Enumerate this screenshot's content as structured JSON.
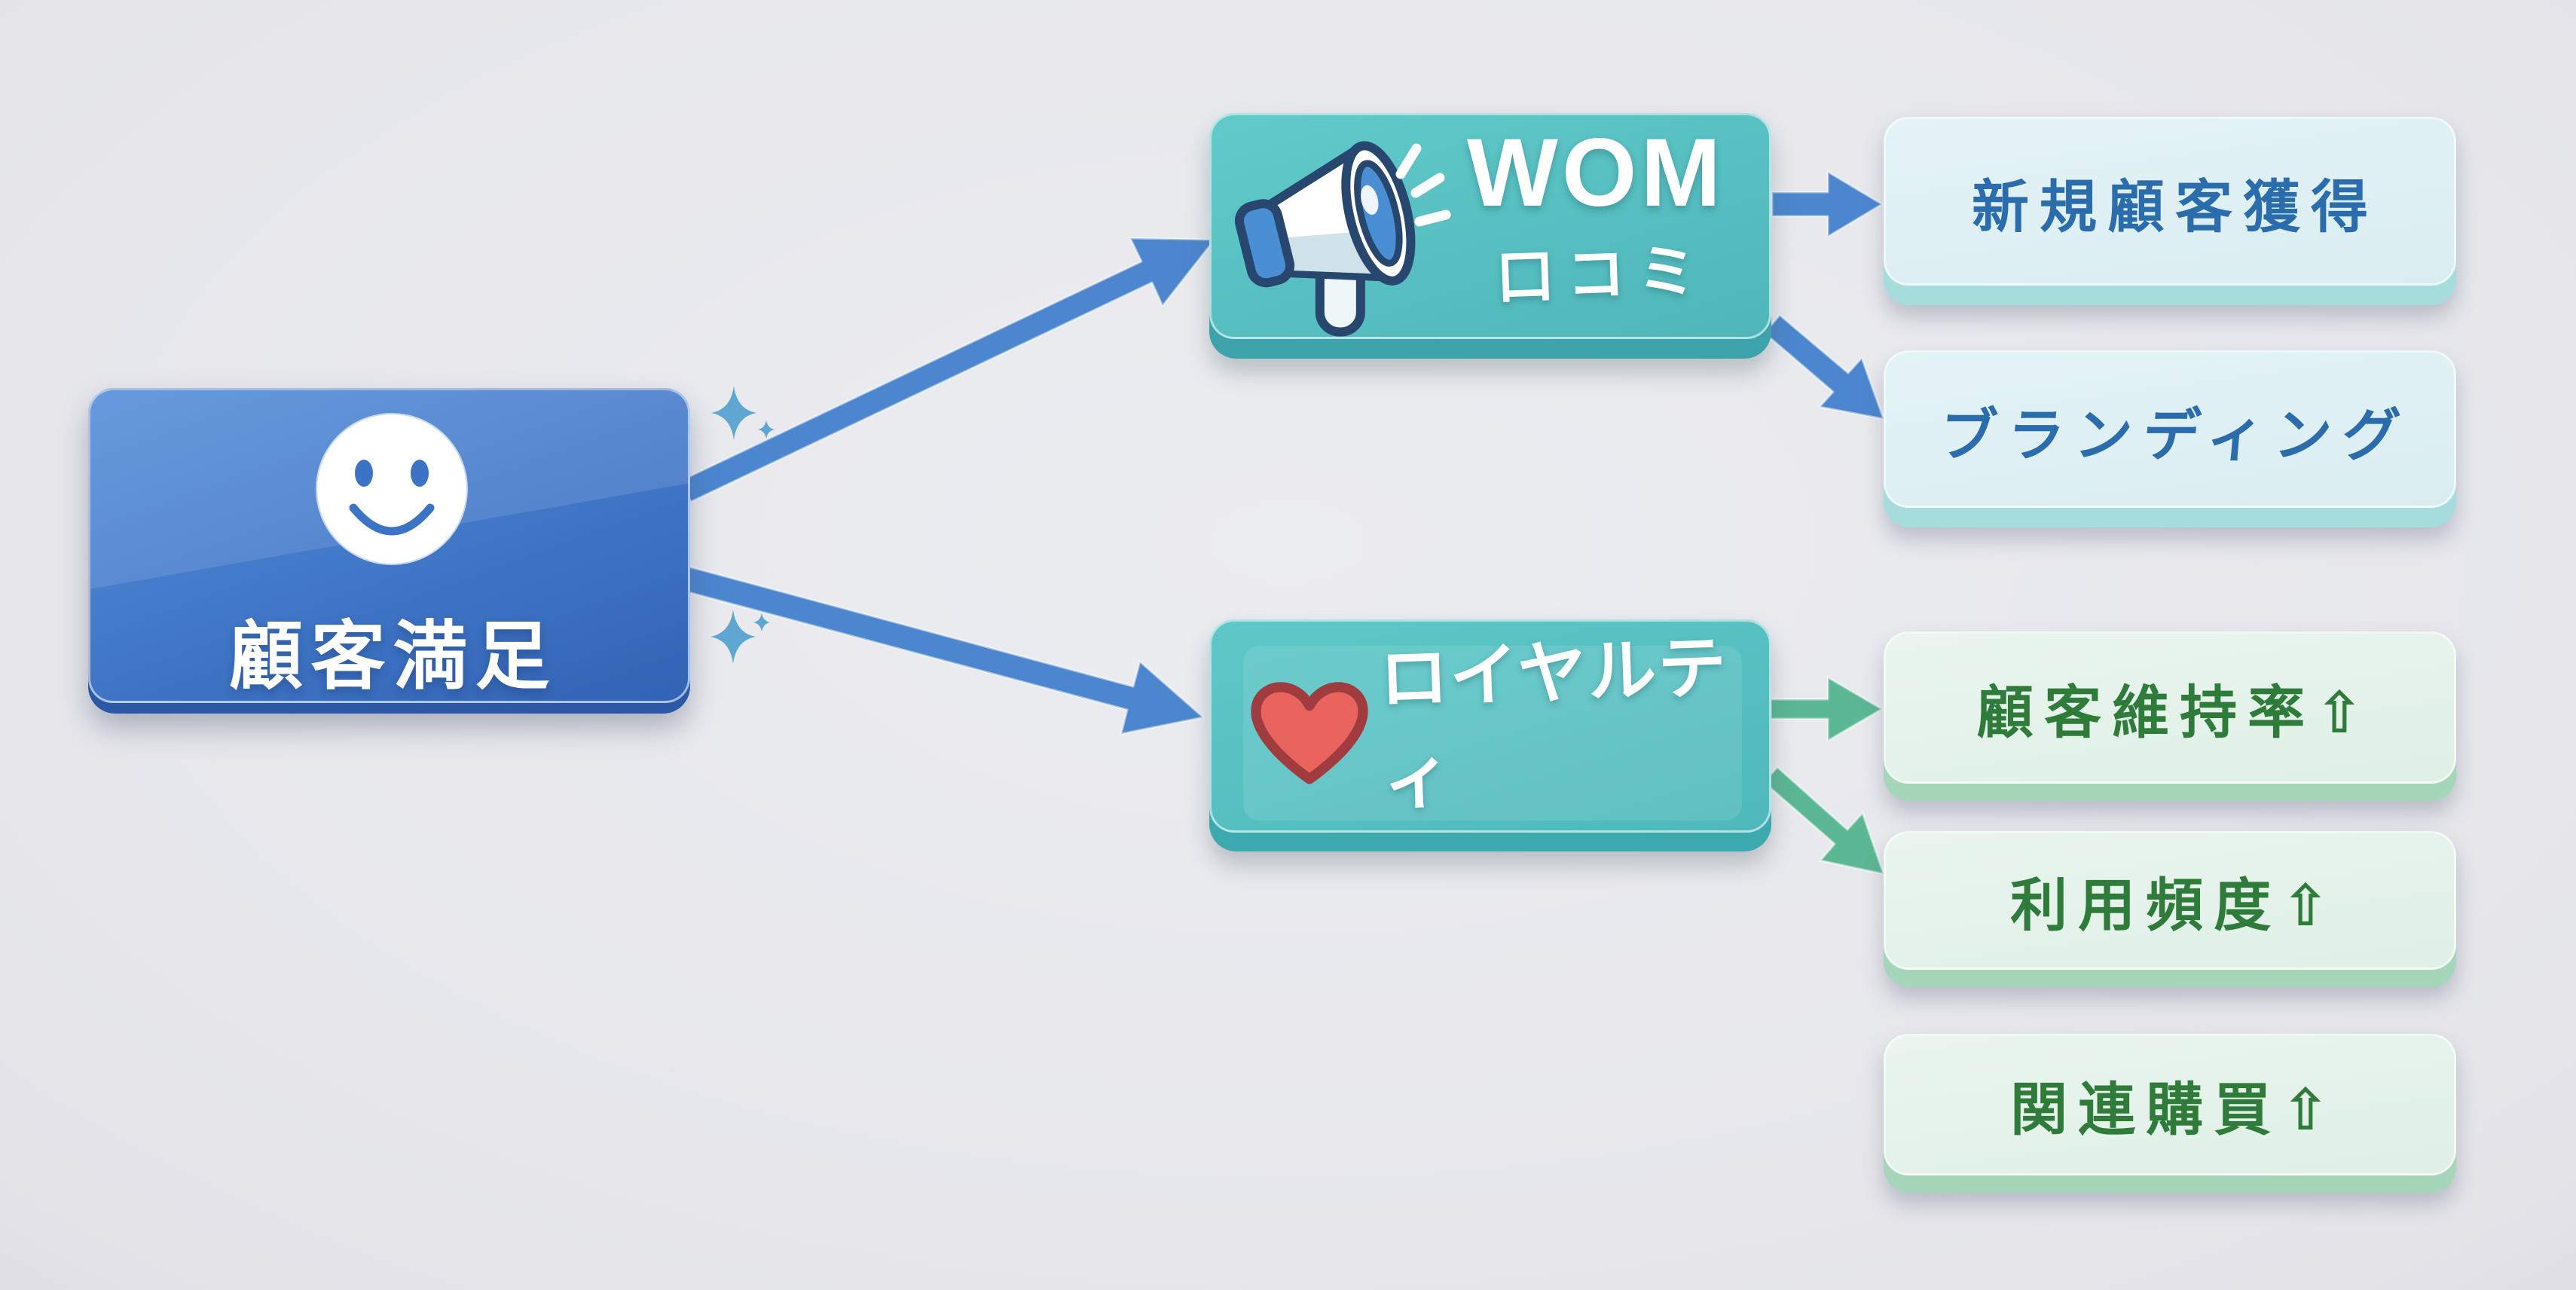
{
  "nodes": {
    "root": {
      "label": "顧客満足",
      "icon": "smile-icon"
    },
    "wom": {
      "title": "WOM",
      "subtitle": "口コミ",
      "icon": "megaphone-icon"
    },
    "loyalty": {
      "label": "ロイヤルティ",
      "icon": "heart-icon"
    }
  },
  "outcomes": {
    "from_wom": [
      {
        "label": "新規顧客獲得"
      },
      {
        "label": "ブランディング"
      }
    ],
    "from_loyalty": [
      {
        "label": "顧客維持率⇧"
      },
      {
        "label": "利用頻度⇧"
      },
      {
        "label": "関連購買⇧"
      }
    ]
  },
  "decorations": {
    "sparkles": "sparkle-icon",
    "up_arrow_glyph": "⇧"
  },
  "colors": {
    "background": "#e4e4e9",
    "root_blue": "#4379c9",
    "root_edge": "#2c58a6",
    "node_teal": "#55c0c1",
    "teal_edge": "#3ba5ab",
    "outcome_cyan_bg": "#ddeff2",
    "outcome_cyan_edge": "#a7dcdc",
    "outcome_green_bg": "#e4f2e9",
    "outcome_green_edge": "#a5d6ba",
    "text_blue": "#2b6cad",
    "text_green": "#2e7b3a",
    "arrow_blue": "#4b86cf",
    "arrow_green": "#5cb794",
    "heart_red": "#e8645c",
    "sparkle_blue": "#5fa7d2"
  }
}
